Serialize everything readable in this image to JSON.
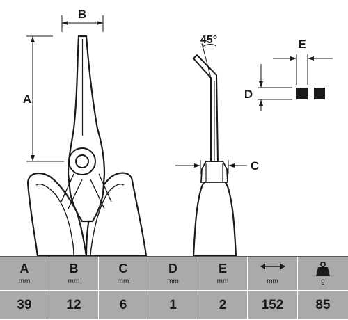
{
  "diagram": {
    "labels": {
      "a": "A",
      "b": "B",
      "c": "C",
      "d": "D",
      "e": "E",
      "angle": "45°"
    }
  },
  "spec_table": {
    "columns": [
      {
        "letter": "A",
        "unit": "mm",
        "value": "39"
      },
      {
        "letter": "B",
        "unit": "mm",
        "value": "12"
      },
      {
        "letter": "C",
        "unit": "mm",
        "value": "6"
      },
      {
        "letter": "D",
        "unit": "mm",
        "value": "1"
      },
      {
        "letter": "E",
        "unit": "mm",
        "value": "2"
      },
      {
        "icon": "double-arrow-length-icon",
        "unit": "mm",
        "value": "152"
      },
      {
        "icon": "weight-icon",
        "unit": "g",
        "value": "85"
      }
    ]
  }
}
